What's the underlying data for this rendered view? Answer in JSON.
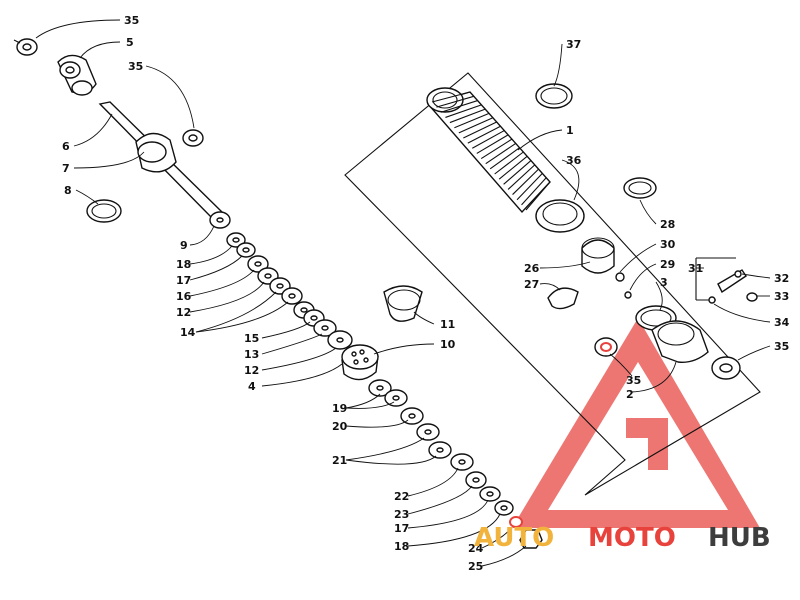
{
  "diagram": {
    "part_numbers": {
      "p1": "1",
      "p2": "2",
      "p3": "3",
      "p4": "4",
      "p5": "5",
      "p6": "6",
      "p7": "7",
      "p8": "8",
      "p9": "9",
      "p10": "10",
      "p11": "11",
      "p12a": "12",
      "p12b": "12",
      "p13": "13",
      "p14": "14",
      "p15": "15",
      "p16": "16",
      "p17a": "17",
      "p17b": "17",
      "p18a": "18",
      "p18b": "18",
      "p19": "19",
      "p20": "20",
      "p21": "21",
      "p22": "22",
      "p23": "23",
      "p24": "24",
      "p25": "25",
      "p26": "26",
      "p27": "27",
      "p28": "28",
      "p29": "29",
      "p30": "30",
      "p31": "31",
      "p32": "32",
      "p33": "33",
      "p34": "34",
      "p35a": "35",
      "p35b": "35",
      "p35c": "35",
      "p35d": "35",
      "p36": "36",
      "p37": "37"
    }
  },
  "watermark": {
    "part1": "AUTO",
    "part2": "MOTO",
    "part3": "HUB",
    "colors": {
      "primary": "#e8423c",
      "accent": "#f2b33d",
      "dark": "#3d3d3d"
    }
  }
}
